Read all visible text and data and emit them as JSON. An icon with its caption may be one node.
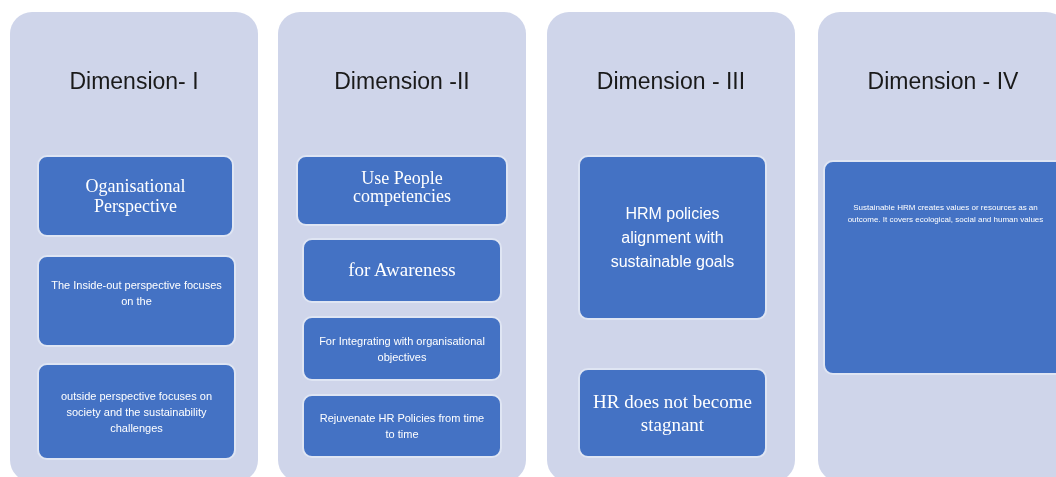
{
  "diagram": {
    "nodes": [
      {
        "text": [
          "Dimension- I"
        ]
      },
      {
        "text": [
          "Oganisational Perspective"
        ],
        "in": 0
      },
      {
        "text": [
          "The Inside-out perspective focuses on the"
        ],
        "in": 0
      },
      {
        "text": [
          "outside perspective focuses on society and the sustainability challenges"
        ],
        "in": 0
      },
      {
        "text": [
          "Dimension -II"
        ]
      },
      {
        "text": [
          "Use People competencies"
        ],
        "in": 4
      },
      {
        "text": [
          "for Awareness"
        ],
        "in": 4
      },
      {
        "text": [
          "For Integrating with organisational objectives"
        ],
        "in": 4
      },
      {
        "text": [
          "Rejuvenate HR Policies from time to time"
        ],
        "in": 4
      },
      {
        "text": [
          "Dimension - III"
        ]
      },
      {
        "text": [
          "HRM policies alignment with sustainable goals"
        ],
        "in": 9
      },
      {
        "text": [
          "HR does not become stagnant"
        ],
        "in": 9
      },
      {
        "text": [
          "Dimension - IV"
        ]
      },
      {
        "text": [
          "Sustainable HRM creates values or resources as an outcome. It covers ecological, social and human values"
        ],
        "in": 12
      }
    ]
  }
}
